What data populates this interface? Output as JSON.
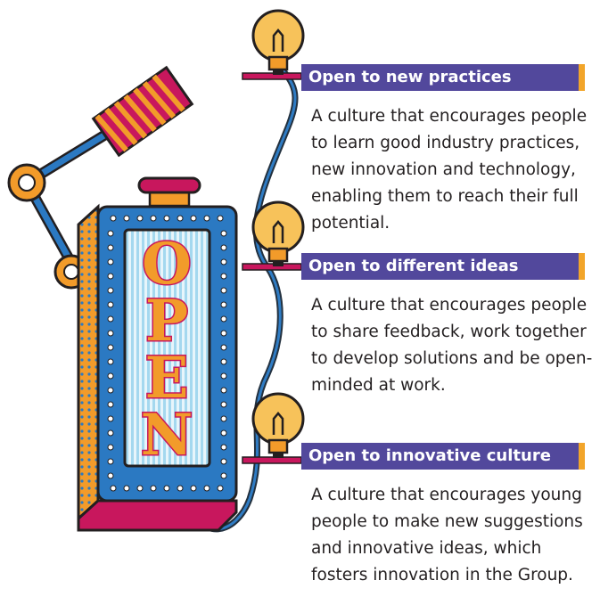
{
  "sign": {
    "letters": [
      "O",
      "P",
      "E",
      "N"
    ]
  },
  "sections": [
    {
      "heading": "Open to new practices",
      "body": "A culture that encourages people to learn good industry practices, new innovation and technology, enabling them to reach their full potential."
    },
    {
      "heading": "Open to different ideas",
      "body": "A culture that encourages people to share feedback, work together to develop solutions and be open-minded at work."
    },
    {
      "heading": "Open to innovative culture",
      "body": "A culture that encourages young people to make new suggestions and innovative ideas, which fosters innovation in the Group."
    }
  ],
  "colors": {
    "header_bg": "#52489c",
    "header_accent": "#f2a52a",
    "rod": "#c8175d",
    "wire": "#1b5a9a",
    "bulb": "#f7c25a",
    "sign_frame": "#2b79c2",
    "sign_side": "#f29b2a",
    "letter_fill": "#f29b2a",
    "letter_stroke": "#c8175d"
  },
  "icons": [
    "lightbulb-icon",
    "desk-lamp-icon",
    "open-sign-icon"
  ]
}
